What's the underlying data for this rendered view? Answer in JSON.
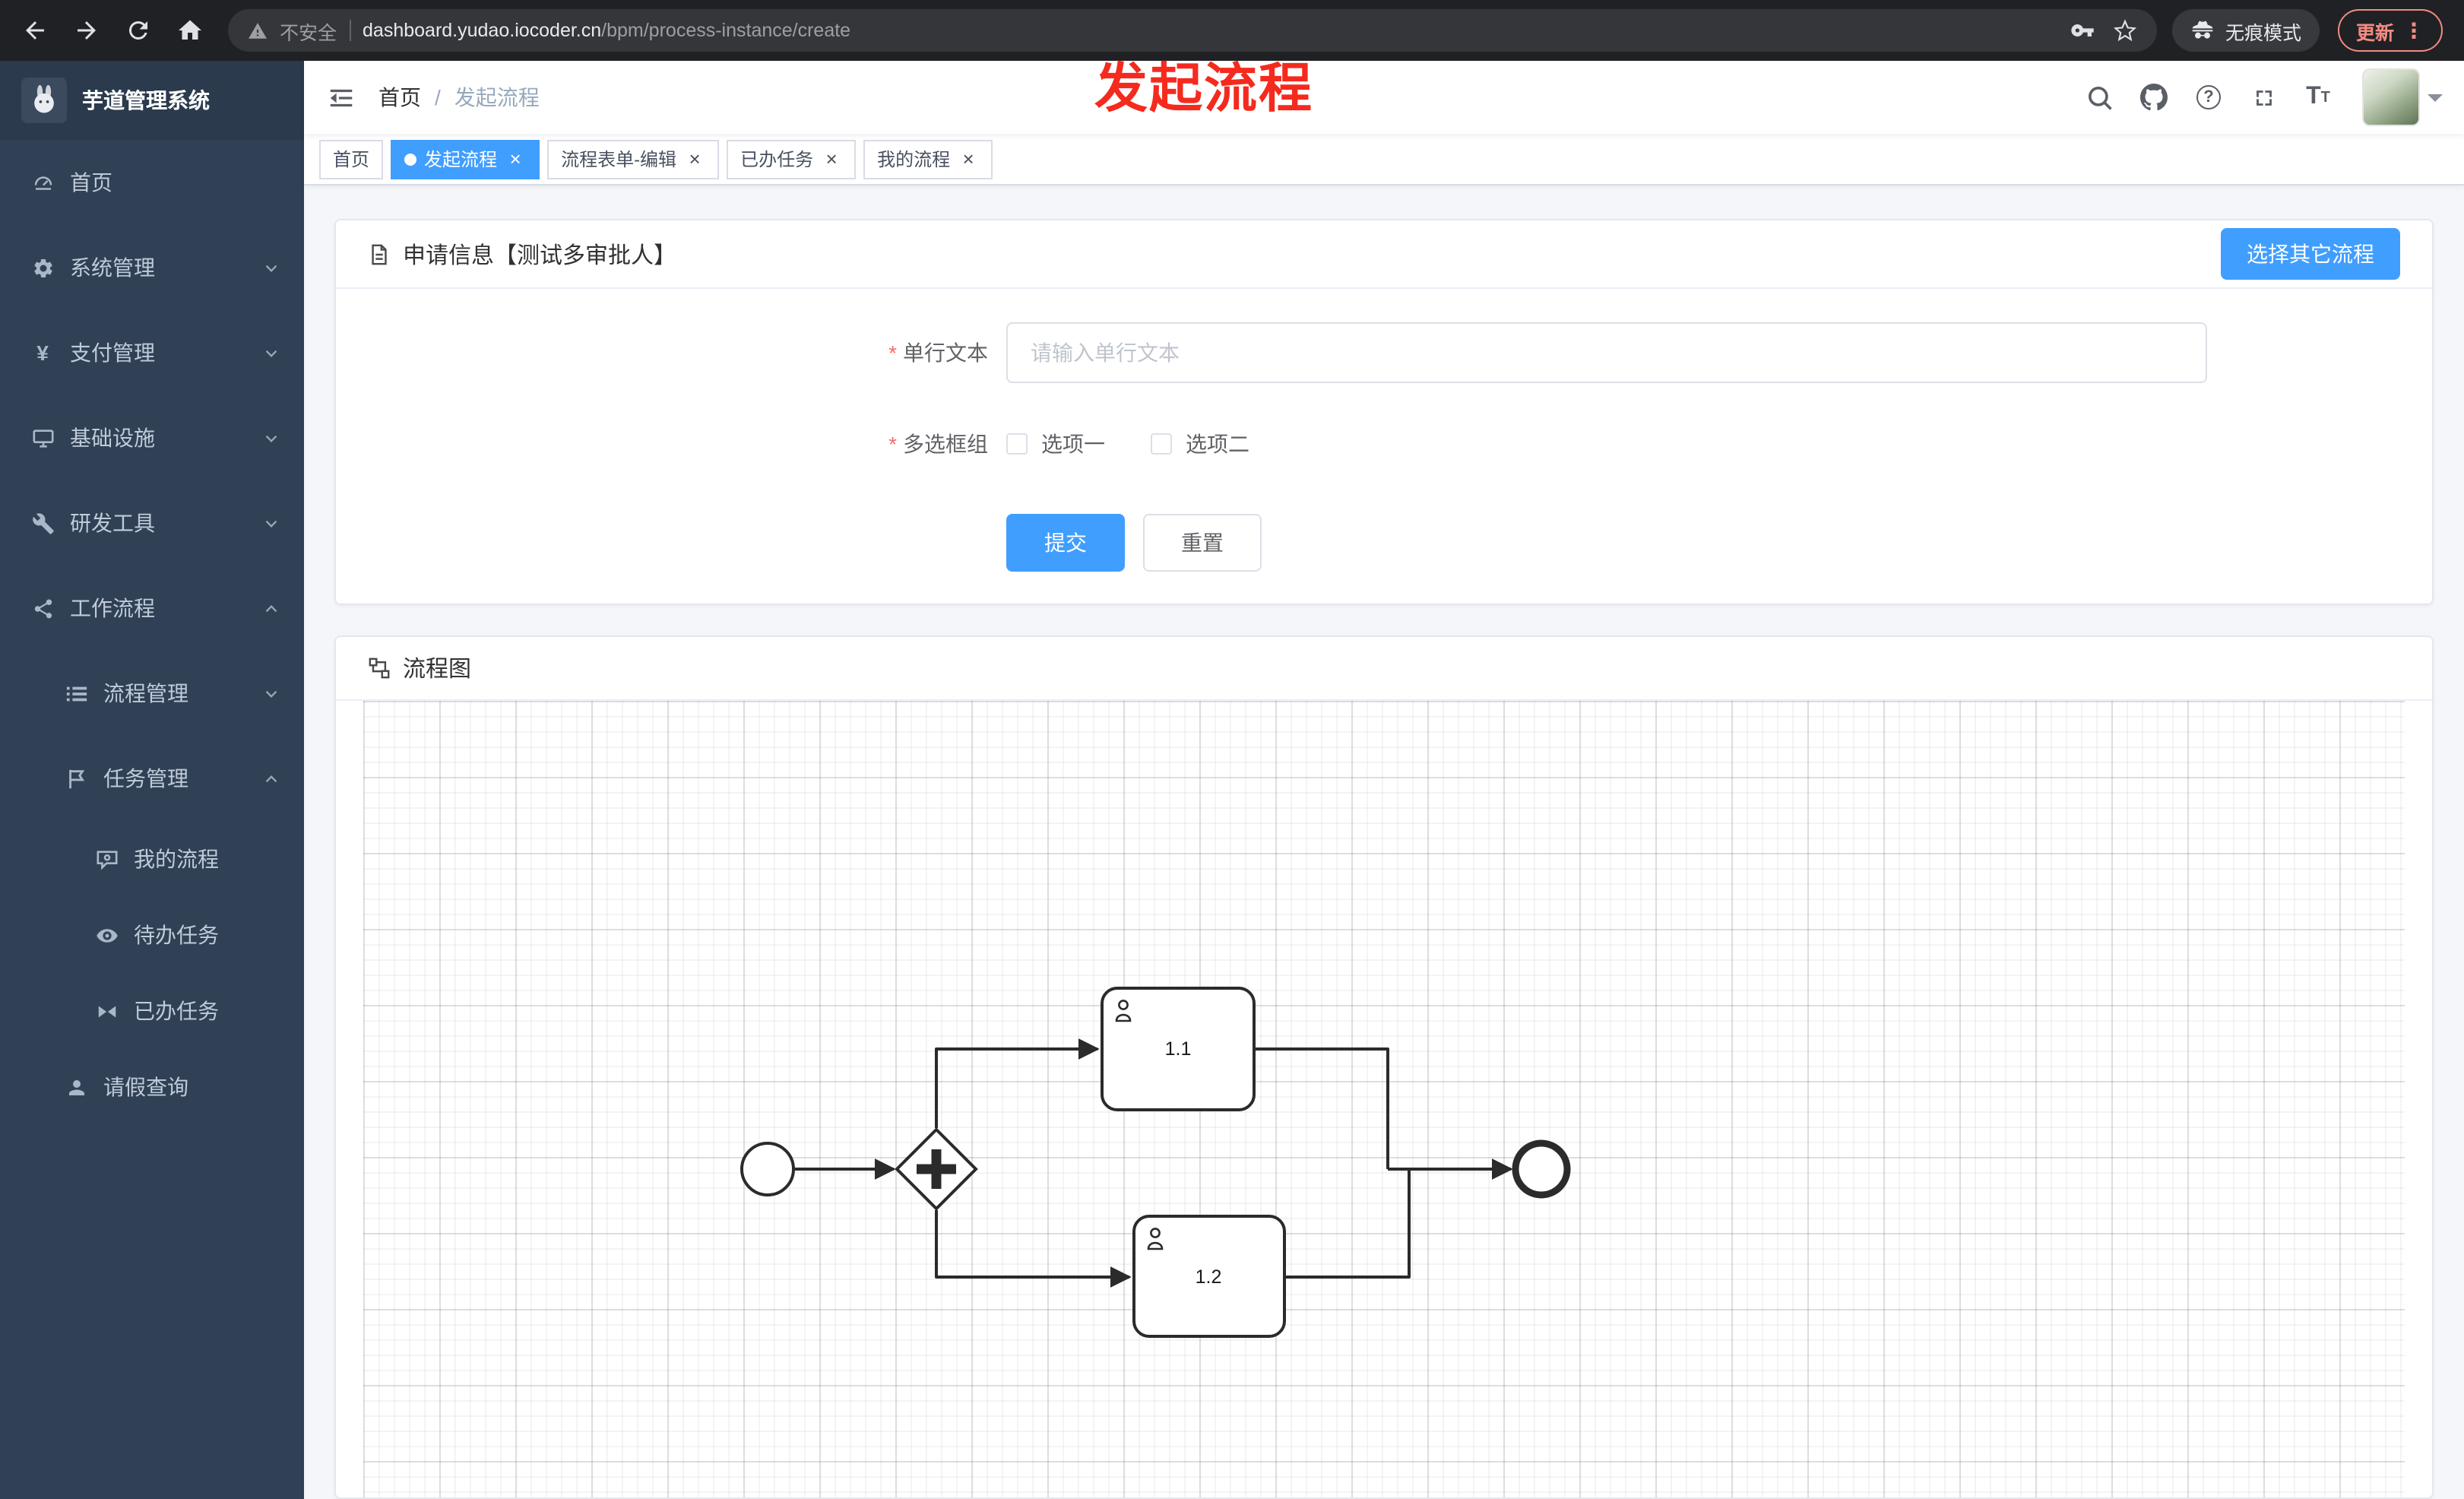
{
  "colors": {
    "primary": "#409eff",
    "danger": "#f56c6c",
    "sidebar_bg": "#304156",
    "annotation": "#f52a1e",
    "tab_active": "#409eff"
  },
  "glyphs": {
    "close": "×",
    "kebab": "⋮",
    "question": "?",
    "size_large": "T",
    "size_small": "T",
    "yen": "¥"
  },
  "browser": {
    "security_label": "不安全",
    "url_domain": "dashboard.yudao.iocoder.cn",
    "url_path": "/bpm/process-instance/create",
    "incognito_label": "无痕模式",
    "update_label": "更新"
  },
  "annotation": {
    "text": "发起流程"
  },
  "sidebar": {
    "logo_title": "芋道管理系统",
    "items": [
      {
        "label": "首页",
        "icon": "dashboard-icon"
      },
      {
        "label": "系统管理",
        "icon": "gear-icon",
        "state": "collapsed"
      },
      {
        "label": "支付管理",
        "icon": "yen-icon",
        "state": "collapsed"
      },
      {
        "label": "基础设施",
        "icon": "infrastructure-icon",
        "state": "collapsed"
      },
      {
        "label": "研发工具",
        "icon": "tools-icon",
        "state": "collapsed"
      },
      {
        "label": "工作流程",
        "icon": "workflow-icon",
        "state": "expanded"
      },
      {
        "label": "流程管理",
        "icon": "process-list-icon",
        "state": "collapsed"
      },
      {
        "label": "任务管理",
        "icon": "task-flag-icon",
        "state": "expanded"
      },
      {
        "label": "我的流程",
        "icon": "my-process-icon"
      },
      {
        "label": "待办任务",
        "icon": "eye-icon"
      },
      {
        "label": "已办任务",
        "icon": "done-tasks-icon"
      },
      {
        "label": "请假查询",
        "icon": "user-icon"
      }
    ]
  },
  "topbar": {
    "breadcrumb_home": "首页",
    "breadcrumb_separator": "/",
    "breadcrumb_current": "发起流程"
  },
  "tabs": [
    {
      "label": "首页",
      "active": false,
      "closable": false
    },
    {
      "label": "发起流程",
      "active": true,
      "closable": true
    },
    {
      "label": "流程表单-编辑",
      "active": false,
      "closable": true
    },
    {
      "label": "已办任务",
      "active": false,
      "closable": true
    },
    {
      "label": "我的流程",
      "active": false,
      "closable": true
    }
  ],
  "form_card": {
    "title": "申请信息【测试多审批人】",
    "switch_button_label": "选择其它流程",
    "text_field": {
      "required_mark": "*",
      "label": "单行文本",
      "placeholder": "请输入单行文本",
      "value": ""
    },
    "checkbox_field": {
      "required_mark": "*",
      "label": "多选框组",
      "options": [
        {
          "label": "选项一",
          "checked": false
        },
        {
          "label": "选项二",
          "checked": false
        }
      ]
    },
    "submit_label": "提交",
    "reset_label": "重置"
  },
  "diagram_card": {
    "title": "流程图",
    "nodes": [
      {
        "id": "start",
        "type": "start-event"
      },
      {
        "id": "gateway",
        "type": "parallel-gateway"
      },
      {
        "id": "task-1-1",
        "type": "user-task",
        "label": "1.1"
      },
      {
        "id": "task-1-2",
        "type": "user-task",
        "label": "1.2"
      },
      {
        "id": "end",
        "type": "end-event"
      }
    ]
  }
}
